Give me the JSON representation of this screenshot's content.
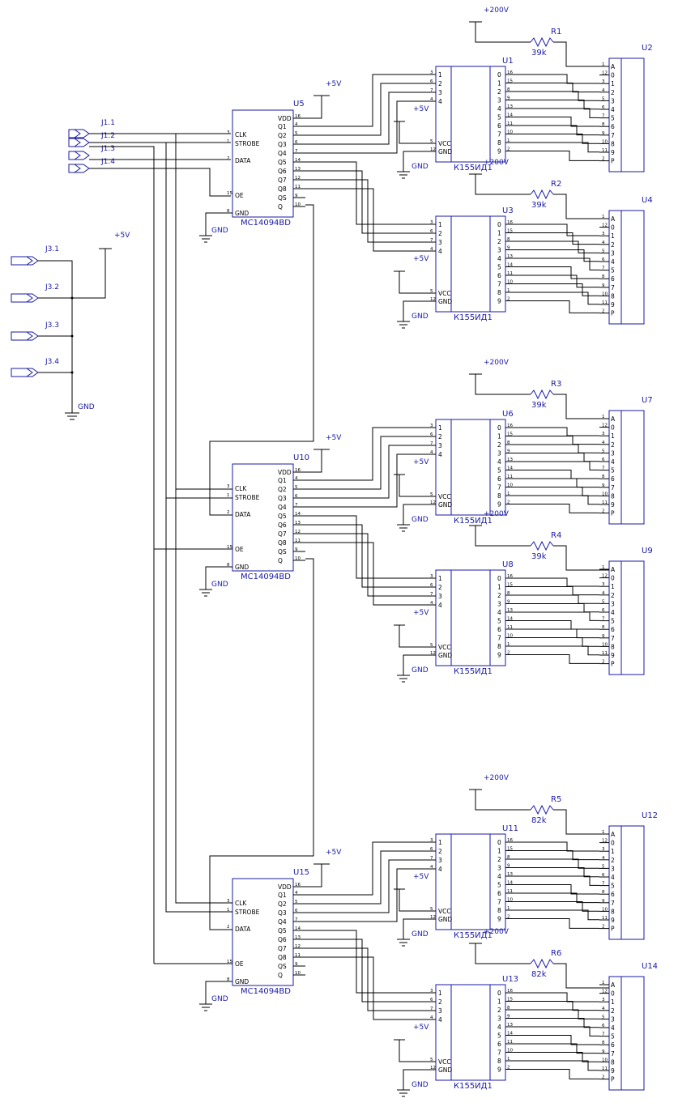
{
  "connectors": {
    "j1": [
      "J1.1",
      "J1.2",
      "J1.3",
      "J1.4"
    ],
    "j3": [
      "J3.1",
      "J3.2",
      "J3.3",
      "J3.4"
    ]
  },
  "rails": {
    "vcc5": "+5V",
    "hv": "+200V",
    "gnd": "GND"
  },
  "shift_registers": [
    {
      "ref": "U5",
      "part": "MC14094BD"
    },
    {
      "ref": "U10",
      "part": "MC14094BD"
    },
    {
      "ref": "U15",
      "part": "MC14094BD"
    }
  ],
  "sr_pins_left": [
    "CLK",
    "STROBE",
    "DATA",
    "OE",
    "GND"
  ],
  "sr_pins_right": [
    "VDD",
    "Q1",
    "Q2",
    "Q3",
    "Q4",
    "Q5",
    "Q6",
    "Q7",
    "Q8",
    "QS",
    "Q"
  ],
  "sr_pin_numbers_left": [
    "3",
    "1",
    "2",
    "15",
    "8"
  ],
  "sr_pin_numbers_right": [
    "16",
    "4",
    "5",
    "6",
    "7",
    "14",
    "13",
    "12",
    "11",
    "9",
    "10"
  ],
  "decoders": [
    {
      "ref": "U1",
      "part": "К155ИД1"
    },
    {
      "ref": "U3",
      "part": "К155ИД1"
    },
    {
      "ref": "U6",
      "part": "К155ИД1"
    },
    {
      "ref": "U8",
      "part": "К155ИД1"
    },
    {
      "ref": "U11",
      "part": "К155ИД1"
    },
    {
      "ref": "U13",
      "part": "К155ИД1"
    }
  ],
  "dec_inputs": [
    "1",
    "2",
    "3",
    "4"
  ],
  "dec_outputs": [
    "0",
    "1",
    "2",
    "3",
    "4",
    "5",
    "6",
    "7",
    "8",
    "9"
  ],
  "dec_power": [
    "VCC",
    "GND"
  ],
  "dec_input_pins": [
    "3",
    "6",
    "7",
    "4"
  ],
  "dec_output_pins": [
    "16",
    "15",
    "8",
    "9",
    "13",
    "14",
    "11",
    "10",
    "1",
    "2"
  ],
  "dec_power_pins": [
    "5",
    "12"
  ],
  "tubes": [
    {
      "ref": "U2"
    },
    {
      "ref": "U4"
    },
    {
      "ref": "U7"
    },
    {
      "ref": "U9"
    },
    {
      "ref": "U12"
    },
    {
      "ref": "U14"
    }
  ],
  "tube_pins": [
    "A",
    "0",
    "1",
    "2",
    "3",
    "4",
    "5",
    "6",
    "7",
    "8",
    "9",
    "P"
  ],
  "tube_pin_numbers": [
    "1",
    "12",
    "3",
    "4",
    "5",
    "6",
    "7",
    "8",
    "9",
    "10",
    "11",
    "2"
  ],
  "resistors": [
    {
      "ref": "R1",
      "value": "39k"
    },
    {
      "ref": "R2",
      "value": "39k"
    },
    {
      "ref": "R3",
      "value": "39k"
    },
    {
      "ref": "R4",
      "value": "39k"
    },
    {
      "ref": "R5",
      "value": "82k"
    },
    {
      "ref": "R6",
      "value": "82k"
    }
  ]
}
